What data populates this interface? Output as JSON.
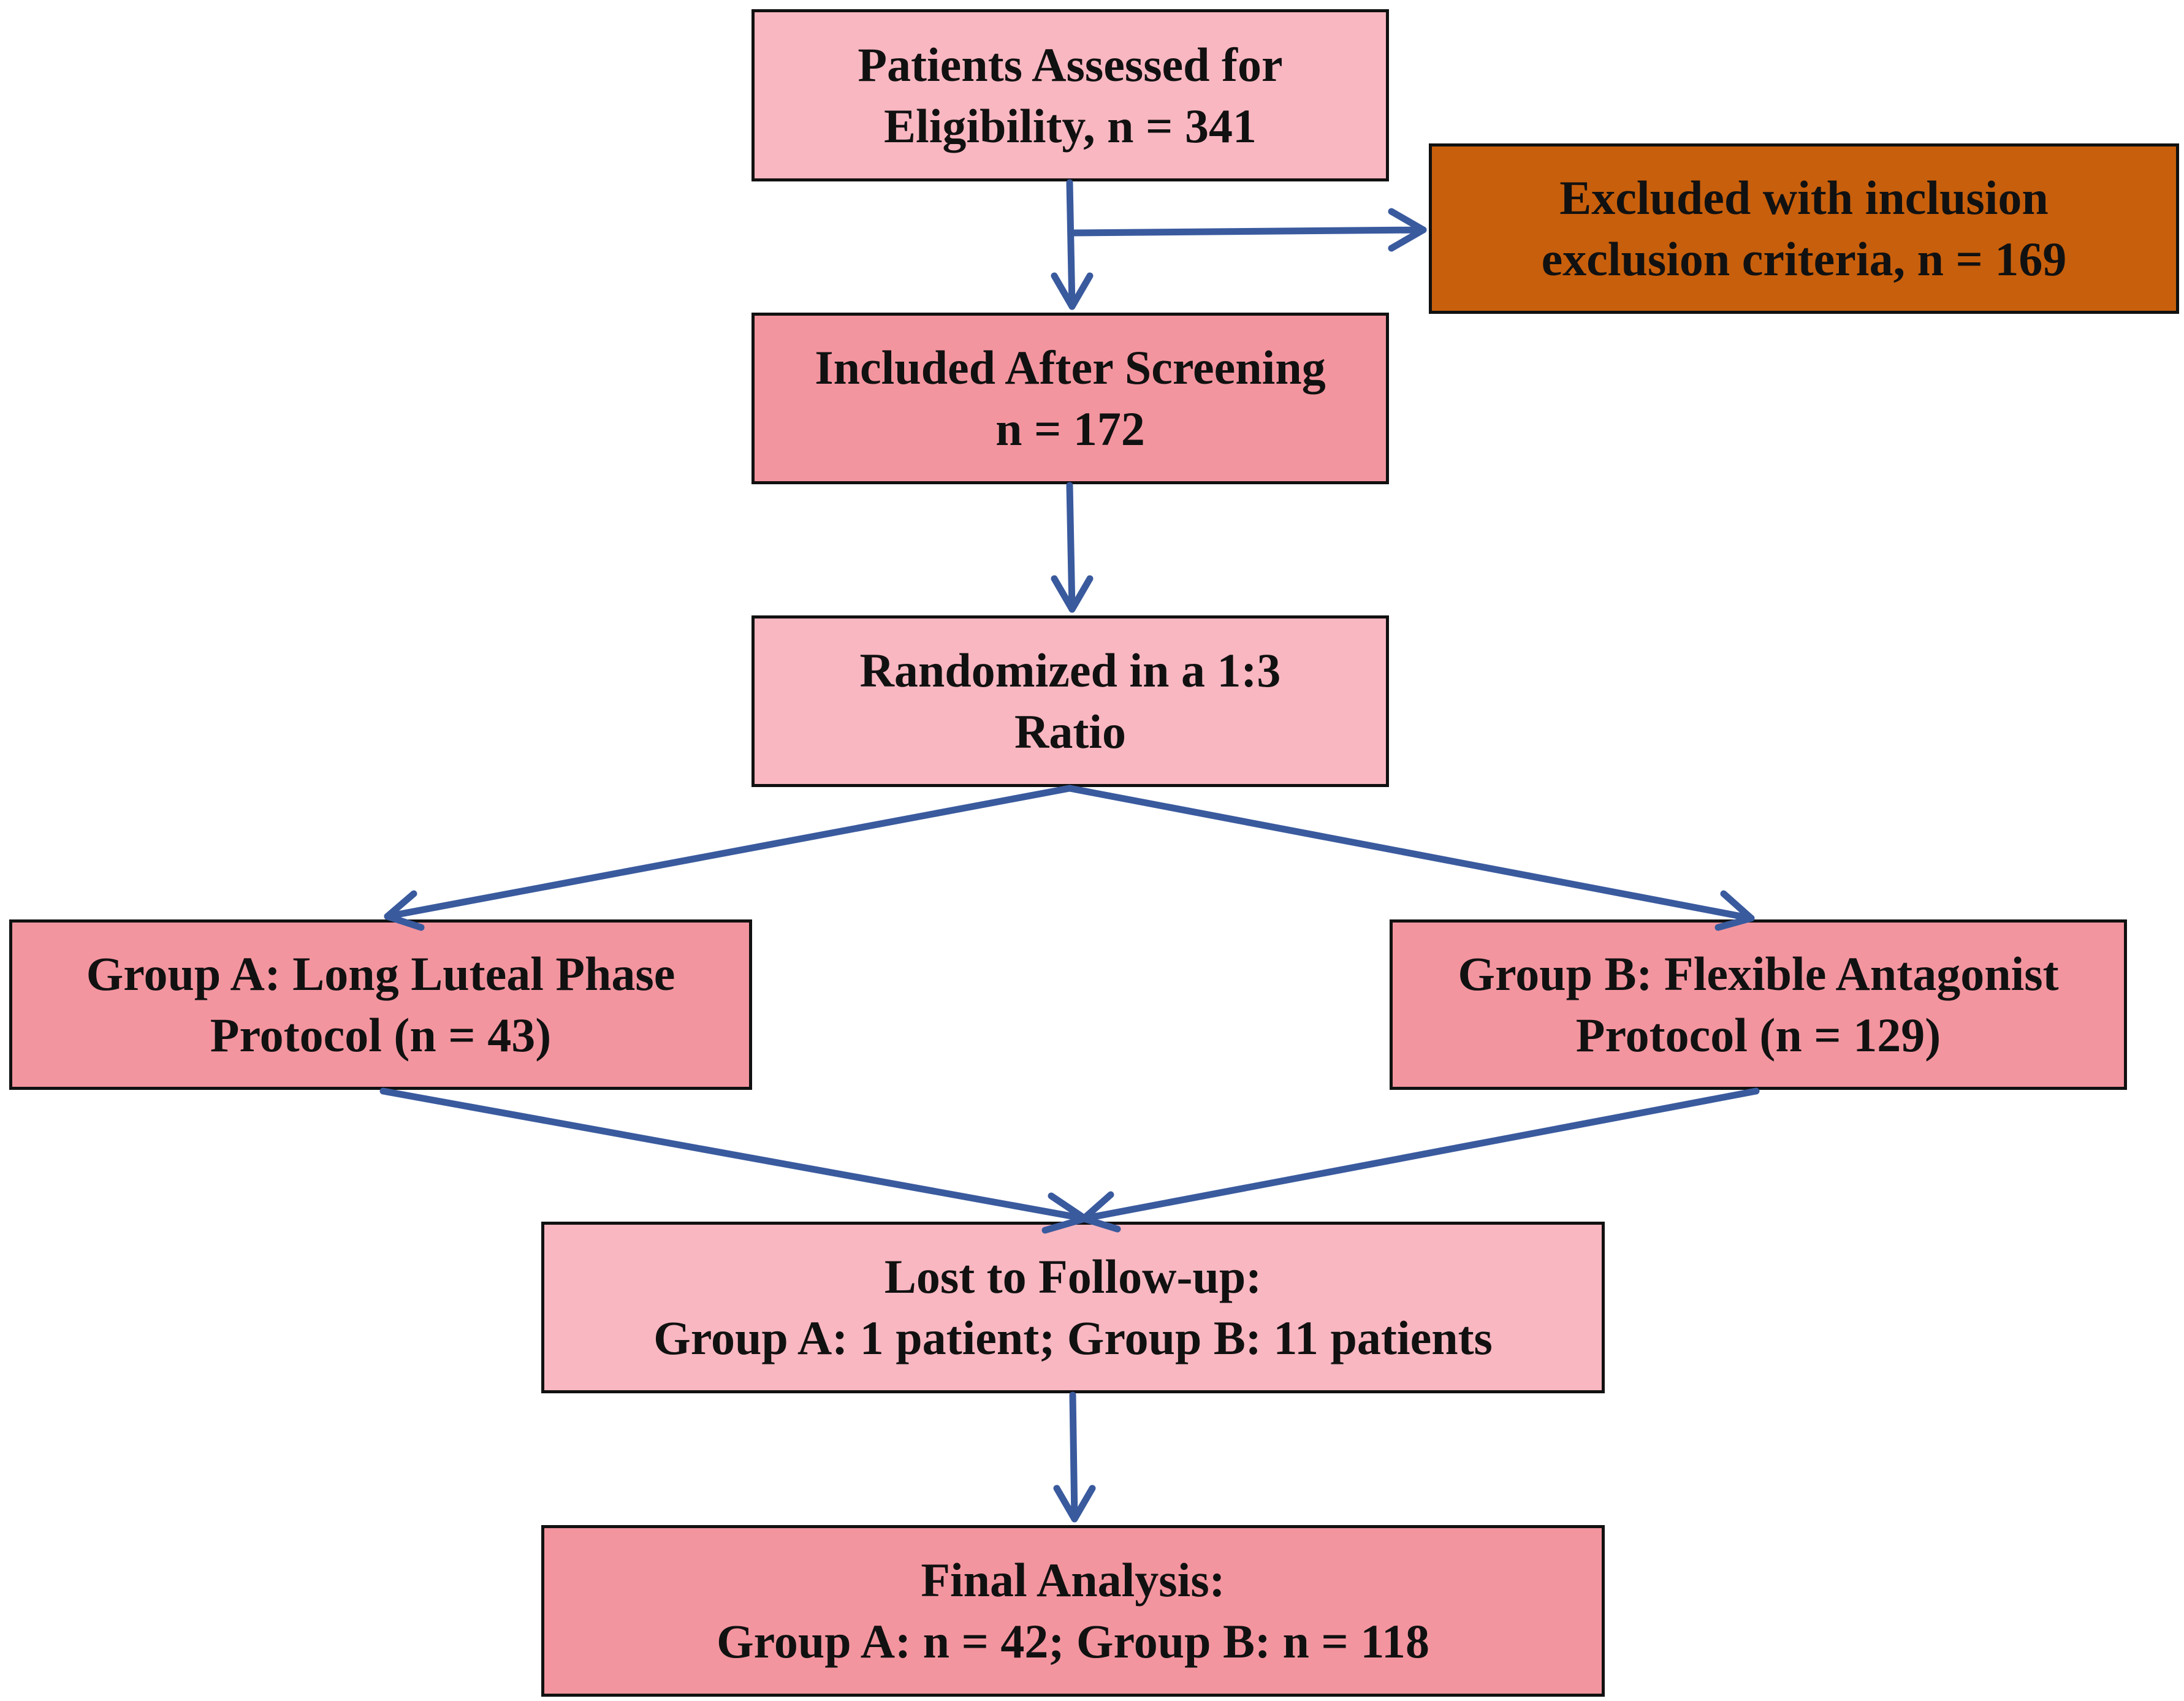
{
  "flowchart": {
    "eligibility": {
      "line1": "Patients Assessed for",
      "line2": "Eligibility, n = 341"
    },
    "excluded": {
      "line1": "Excluded with inclusion",
      "line2": "exclusion criteria, n = 169"
    },
    "included": {
      "line1": "Included After Screening",
      "line2": "n = 172"
    },
    "randomized": {
      "line1": "Randomized in a 1:3",
      "line2": "Ratio"
    },
    "group_a": {
      "line1": "Group A: Long Luteal Phase",
      "line2": "Protocol (n = 43)"
    },
    "group_b": {
      "line1": "Group B: Flexible Antagonist",
      "line2": "Protocol (n = 129)"
    },
    "lost": {
      "line1": "Lost to Follow-up:",
      "line2": "Group A: 1 patient; Group B: 11 patients"
    },
    "final": {
      "line1": "Final Analysis:",
      "line2": "Group A: n = 42; Group B: n = 118"
    }
  },
  "colors": {
    "light_pink": "#f9b7c1",
    "dark_pink": "#f3959f",
    "orange": "#c85f0c",
    "arrow_blue": "#3a5a9e"
  }
}
